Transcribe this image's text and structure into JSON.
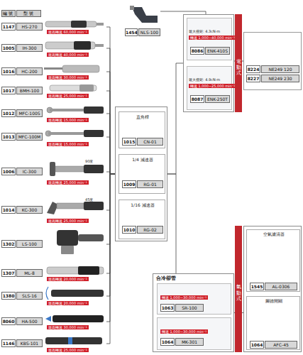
{
  "diagram": {
    "nodes": [
      {
        "text": [
          "1454",
          "NLS-100"
        ]
      },
      {
        "text": [
          "1147",
          "HS-270",
          "最高轉速 60,000 min⁻¹"
        ]
      },
      {
        "text": [
          "1005",
          "IH-300",
          "最高轉速 40,000 min⁻¹"
        ]
      },
      {
        "text": [
          "1016",
          "HC-200",
          "最高轉速 30,000 min⁻¹"
        ]
      },
      {
        "text": [
          "1017",
          "BMH-100",
          "最高轉速 25,000 min⁻¹"
        ]
      },
      {
        "text": [
          "1012",
          "MFC-100S",
          "最高轉速 15,000 min⁻¹"
        ]
      },
      {
        "text": [
          "1013",
          "MFC-100M",
          "最高轉速 15,000 min⁻¹"
        ]
      },
      {
        "text": [
          "1006",
          "IC-300",
          "90度",
          "最高轉速 25,000 min⁻¹"
        ]
      },
      {
        "text": [
          "1014",
          "KC-300",
          "45度",
          "最高轉速 25,000 min⁻¹"
        ]
      },
      {
        "text": [
          "1302",
          "LS-100"
        ]
      },
      {
        "text": [
          "1307",
          "ML-8",
          "最高轉速 20,000 min⁻¹"
        ]
      },
      {
        "text": [
          "1380",
          "SLS-16",
          "最高轉速 20,000 min⁻¹"
        ]
      },
      {
        "text": [
          "8060",
          "HA-500",
          "最高轉速 30,000 min⁻¹"
        ]
      },
      {
        "text": [
          "1146",
          "KBS-101",
          "最高轉速 25,000 min⁻¹"
        ]
      },
      {
        "text": []
      },
      {
        "text": [
          "直角桿",
          "1015",
          "CN-01"
        ],
        "in": 14
      },
      {
        "text": [
          "1/4 減速器",
          "1009",
          "RG-01"
        ],
        "in": 14
      },
      {
        "text": [
          "1/16 減速器",
          "1010",
          "RG-02"
        ],
        "in": 14
      },
      {
        "text": []
      },
      {
        "text": [
          "最大扭矩: 4.3cN·m",
          "轉速 1,000~40,000 min⁻¹",
          "8086",
          "ENK-410S"
        ],
        "in": 18
      },
      {
        "text": [
          "最大扭矩: 4.9cN·m",
          "轉速 1,000~25,000 min⁻¹",
          "8087",
          "ENK-250T"
        ],
        "in": 18
      },
      {
        "text": [
          "8224",
          "NE249 120",
          "8227",
          "NE249 230"
        ]
      },
      {
        "text": [
          "合冷卻管"
        ]
      },
      {
        "text": [
          "轉速 1,000~30,000 min⁻¹",
          "1063",
          "SR-100"
        ],
        "in": 22
      },
      {
        "text": [
          "轉速 1,000~30,000 min⁻¹",
          "1064",
          "MK-301"
        ],
        "in": 22
      },
      {
        "text": []
      },
      {
        "text": [
          "空氣濾清器",
          "1545",
          "AL-0306"
        ],
        "in": 25
      },
      {
        "text": [
          "腳踏開關",
          "1064",
          "AFC-45"
        ],
        "in": 25
      }
    ],
    "edges": [
      {
        "from": 1,
        "to": 14,
        "arrow": "none"
      },
      {
        "from": 2,
        "to": 14,
        "arrow": "none"
      },
      {
        "from": 3,
        "to": 14,
        "arrow": "none"
      },
      {
        "from": 4,
        "to": 14,
        "arrow": "none"
      },
      {
        "from": 5,
        "to": 14,
        "arrow": "none"
      },
      {
        "from": 6,
        "to": 14,
        "arrow": "none"
      },
      {
        "from": 7,
        "to": 14,
        "arrow": "none"
      },
      {
        "from": 8,
        "to": 14,
        "arrow": "none"
      },
      {
        "from": 9,
        "to": 14,
        "arrow": "none"
      },
      {
        "from": 10,
        "to": 14,
        "arrow": "none"
      },
      {
        "from": 11,
        "to": 14,
        "arrow": "none"
      },
      {
        "from": 12,
        "to": 14,
        "arrow": "none"
      },
      {
        "from": 13,
        "to": 14,
        "arrow": "none"
      },
      {
        "from": 0,
        "to": 18,
        "arrow": "none"
      },
      {
        "from": 14,
        "to": 18,
        "arrow": "none"
      },
      {
        "from": 14,
        "to": 22,
        "arrow": "none"
      },
      {
        "from": 18,
        "to": 21,
        "arrow": "none"
      },
      {
        "from": 22,
        "to": 25,
        "arrow": "none"
      }
    ],
    "labels": [
      "編號",
      "型號",
      "電動式",
      "氣動式"
    ]
  }
}
